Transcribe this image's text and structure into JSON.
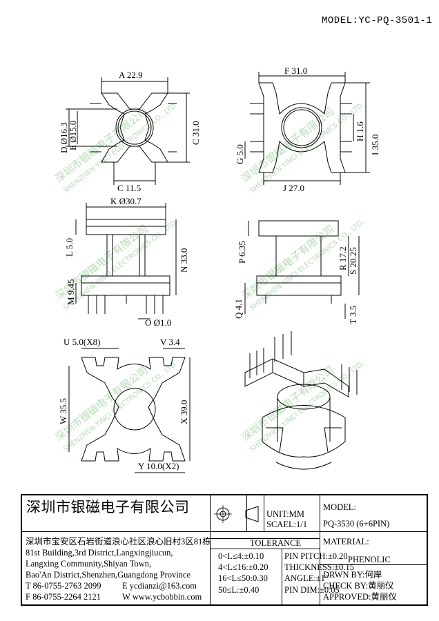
{
  "header": {
    "model": "MODEL:YC-PQ-3501-1"
  },
  "watermark": {
    "cn": "深圳市银磁电子有限公司",
    "en": "SHENZHEN YINCI ELECTRONICS CO., LTD."
  },
  "dims": {
    "a": "A 22.9",
    "d": "D Ø16.3",
    "e": "E Ø15.0",
    "c": "C 31.0",
    "c2": "C 11.5",
    "f": "F 31.0",
    "g": "G 5.0",
    "h": "H 1.6",
    "i": "I 35.0",
    "j": "J 27.0",
    "k": "K Ø30.7",
    "l": "L 5.0",
    "n": "N 33.0",
    "m": "M 9.45",
    "o": "O Ø1.0",
    "p": "P 6.35",
    "r": "R 17.2",
    "s": "S 20.25",
    "q": "Q 4.1",
    "t": "T 3.5",
    "u": "U 5.0(X8)",
    "v": "V 3.4",
    "w": "W 35.5",
    "x": "X 39.0",
    "y": "Y 10.0(X2)"
  },
  "title_block": {
    "company_cn": "深圳市银磁电子有限公司",
    "address": [
      "深圳市宝安区石岩街道浪心社区浪心旧村3区81栋",
      "81st Building,3rd District,Langxingjiucun,",
      "Langxing Community,Shiyan Town,",
      "Bao'An District,Shenzhen,Guangdong Province"
    ],
    "tel": "T 86-0755-2763 2099",
    "email": "E ycdianzi@163.com",
    "fax": "F 86-0755-2264 2121",
    "web": "W www.ycbobbin.com",
    "unit": "UNIT:MM",
    "scale": "SCAEL:1/1",
    "model_label": "MODEL:",
    "model_value": "PQ-3530 (6+6PIN)",
    "material_label": "MATERIAL:",
    "material_value": "PHENOLIC",
    "tolerance_title": "TOLERANCE",
    "tolerance_left": [
      "0<L≤4:±0.10",
      "4<L≤16:±0.20",
      "16<L≤50:0.30",
      "50≤L:±0.40"
    ],
    "tolerance_right": [
      "PIN PITCH:±0.20",
      "THICKNESS:±0.15",
      "ANGLE:±1°",
      "PIN DIM:±0.05"
    ],
    "drawn_by": "DRWN BY:何岸",
    "check_by": "CHECK BY:黄丽仪",
    "approved": "APPROVED:黄丽仪"
  }
}
